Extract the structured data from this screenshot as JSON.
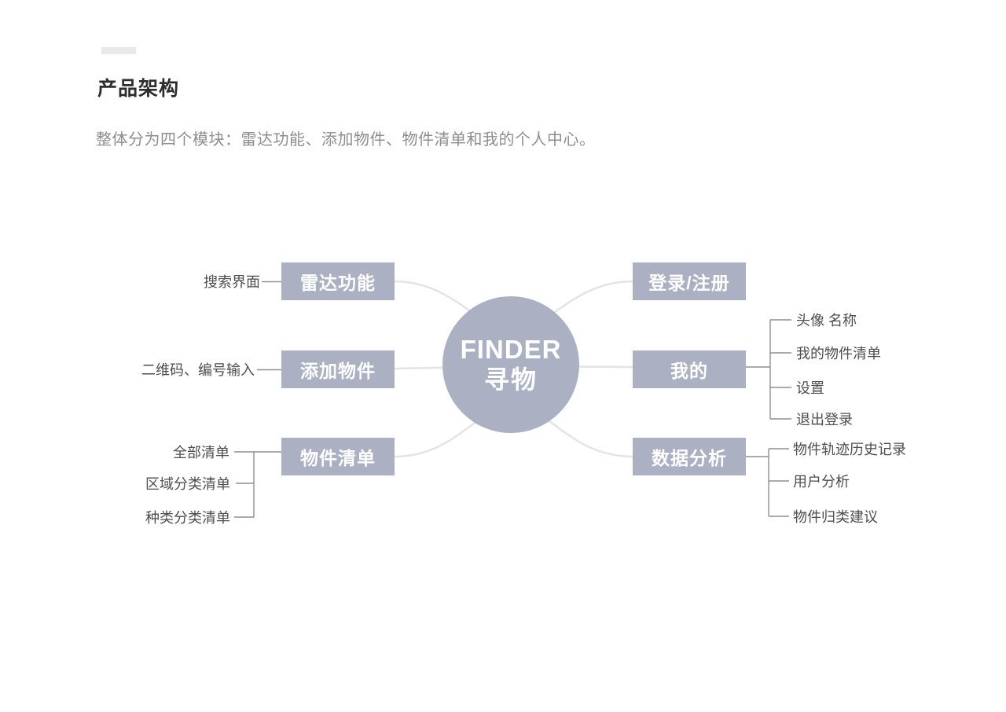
{
  "page": {
    "title": "产品架构",
    "subtitle": "整体分为四个模块：雷达功能、添加物件、物件清单和我的个人中心。"
  },
  "diagram": {
    "center": {
      "line1": "FINDER",
      "line2": "寻物"
    },
    "nodes": {
      "radar": {
        "label": "雷达功能",
        "leaves": [
          "搜索界面"
        ]
      },
      "add": {
        "label": "添加物件",
        "leaves": [
          "二维码、编号输入"
        ]
      },
      "list": {
        "label": "物件清单",
        "leaves": [
          "全部清单",
          "区域分类清单",
          "种类分类清单"
        ]
      },
      "login": {
        "label": "登录/注册",
        "leaves": []
      },
      "mine": {
        "label": "我的",
        "leaves": [
          "头像 名称",
          "我的物件清单",
          "设置",
          "退出登录"
        ]
      },
      "analysis": {
        "label": "数据分析",
        "leaves": [
          "物件轨迹历史记录",
          "用户分析",
          "物件归类建议"
        ]
      }
    },
    "colors": {
      "node_fill": "#abb1c3",
      "branch_line": "#e2e4ea",
      "tree_line": "#8f8f8f",
      "leaf_text": "#4d4d4d",
      "title_text": "#2d2d2d",
      "subtitle_text": "#8e8e8e",
      "dash_fill": "#e9e9e9"
    }
  }
}
